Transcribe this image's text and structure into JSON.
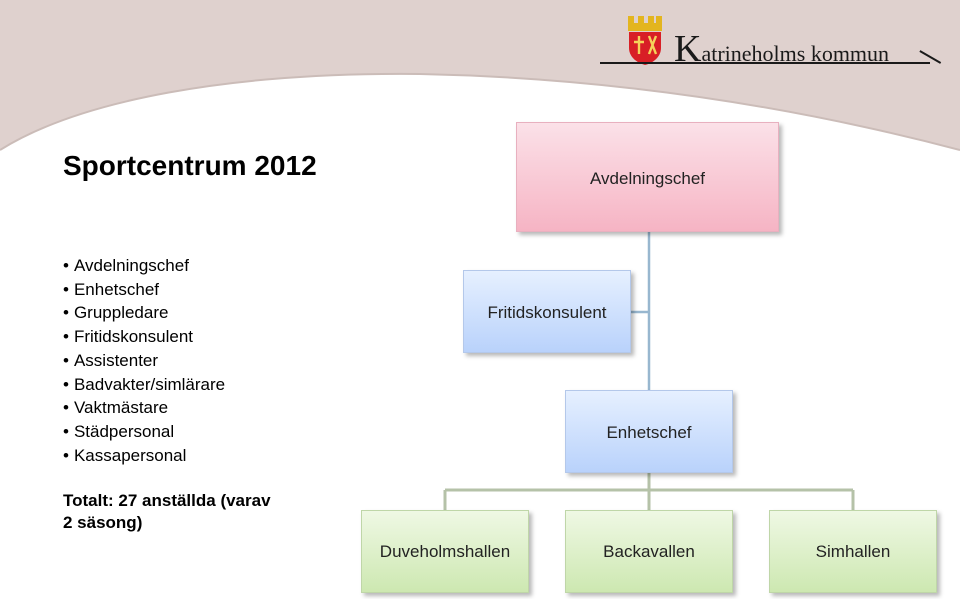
{
  "colors": {
    "header_band": "#dfd1ce",
    "pink_box": "#f6b4c4",
    "blue_box": "#b9d2fb",
    "green_box": "#cde8b1",
    "connector": "#98b7cf",
    "connector_bottom": "#b5c2a8"
  },
  "logo": {
    "icon": "crest-icon",
    "initial": "K",
    "rest": "atrineholms kommun"
  },
  "title": "Sportcentrum 2012",
  "roles": [
    "Avdelningschef",
    "Enhetschef",
    "Gruppledare",
    "Fritidskonsulent",
    "Assistenter",
    "Badvakter/simlärare",
    "Vaktmästare",
    "Städpersonal",
    "Kassapersonal"
  ],
  "total": {
    "line1": "Totalt: 27 anställda (varav",
    "line2": "2 säsong)"
  },
  "org": {
    "avdelningschef": "Avdelningschef",
    "fritidskonsulent": "Fritidskonsulent",
    "enhetschef": "Enhetschef",
    "units": [
      "Duveholmshallen",
      "Backavallen",
      "Simhallen"
    ]
  }
}
